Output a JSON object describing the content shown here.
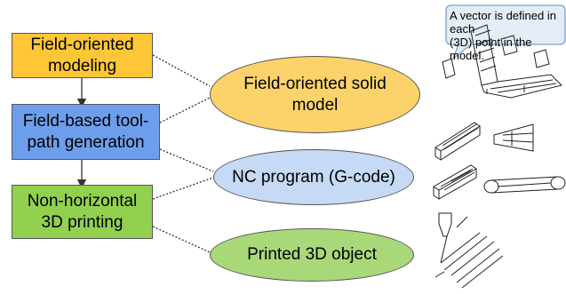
{
  "colors": {
    "yellow": "#ffc638",
    "blue": "#6d9eeb",
    "green": "#92d050",
    "ellipse_yellow": "#fcd36a",
    "ellipse_blue": "#c6d9f5",
    "ellipse_green": "#a9d879",
    "callout_fill": "#e4ecf7",
    "callout_border": "#7aa0cc"
  },
  "boxes": [
    {
      "label": "Field-oriented\nmodeling"
    },
    {
      "label": "Field-based tool-\npath generation"
    },
    {
      "label": "Non-horizontal\n3D printing"
    }
  ],
  "ellipses": [
    {
      "label": "Field-oriented solid\nmodel"
    },
    {
      "label": "NC program (G-code)"
    },
    {
      "label": "Printed 3D object"
    }
  ],
  "callout": {
    "text": "A vector is defined in each\n(3D) point in the model."
  }
}
